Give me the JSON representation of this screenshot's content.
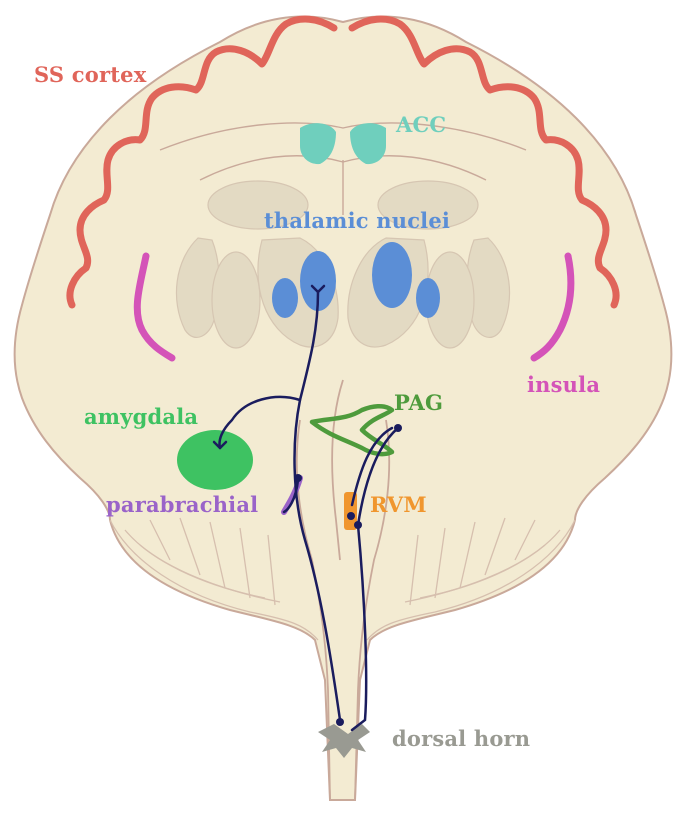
{
  "labels": {
    "ss_cortex": "SS cortex",
    "acc": "ACC",
    "thalamic_nuclei": "thalamic nuclei",
    "insula": "insula",
    "amygdala": "amygdala",
    "pag": "PAG",
    "parabrachial": "parabrachial",
    "rvm": "RVM",
    "dorsal_horn": "dorsal horn"
  },
  "colors": {
    "ss_cortex": "#e0655a",
    "acc": "#6fcfbd",
    "thalamic_nuclei": "#5b8ed6",
    "insula": "#d453b8",
    "amygdala": "#3ec262",
    "pag": "#4e9b3c",
    "parabrachial": "#9a63c9",
    "rvm": "#f0962e",
    "dorsal_horn": "#999a92",
    "tissue": "#f3ebd2",
    "outline": "#c9a99a",
    "deep_gray": "#e3dac3",
    "pathway": "#1a1c5e"
  }
}
